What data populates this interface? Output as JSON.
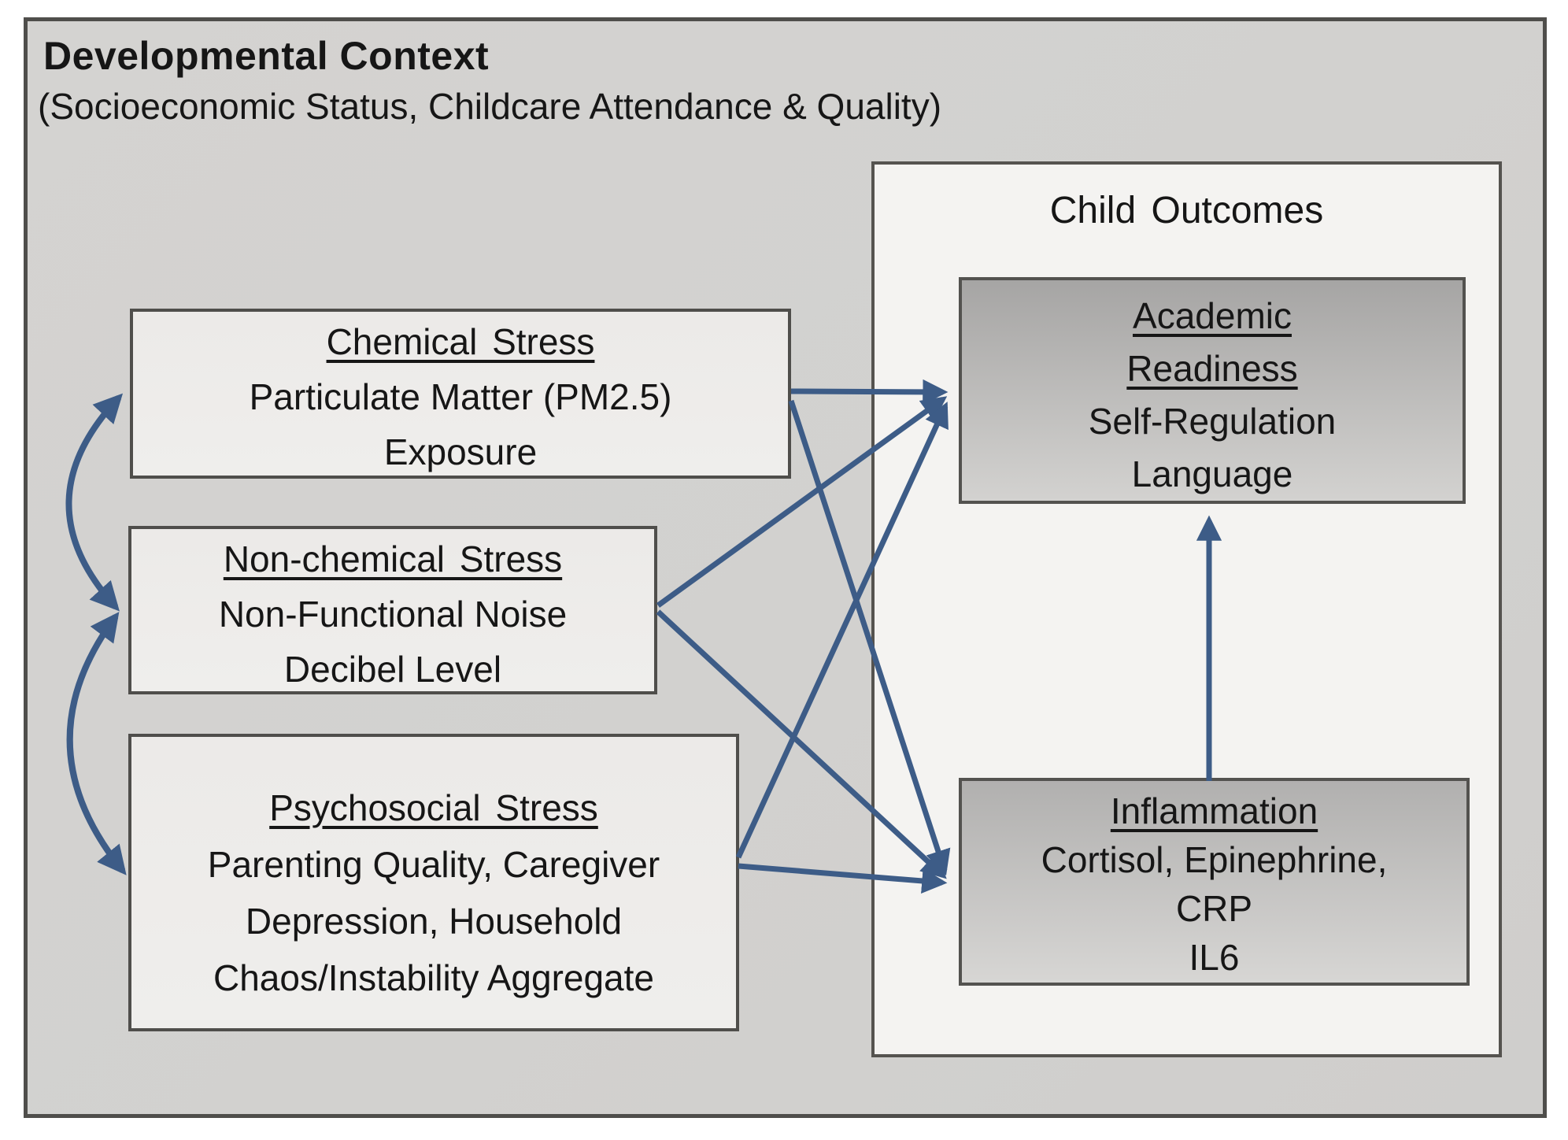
{
  "diagram": {
    "context": {
      "title": "Developmental Context",
      "subtitle": "(Socioeconomic Status, Childcare Attendance & Quality)"
    },
    "stressors": [
      {
        "id": "chemical",
        "title": "Chemical Stress",
        "lines": [
          "Particulate Matter (PM2.5)",
          "Exposure"
        ]
      },
      {
        "id": "nonchemical",
        "title": "Non-chemical Stress",
        "lines": [
          "Non-Functional Noise",
          "Decibel Level"
        ]
      },
      {
        "id": "psychosocial",
        "title": "Psychosocial Stress",
        "lines": [
          "Parenting Quality, Caregiver",
          "Depression, Household",
          "Chaos/Instability Aggregate"
        ]
      }
    ],
    "outcomes": {
      "panel_title": "Child Outcomes",
      "academic": {
        "title_lines": [
          "Academic",
          "Readiness"
        ],
        "lines": [
          "Self-Regulation",
          "Language"
        ]
      },
      "inflammation": {
        "title_lines": [
          "Inflammation"
        ],
        "lines": [
          "Cortisol, Epinephrine,",
          "CRP",
          "IL6"
        ]
      }
    },
    "colors": {
      "arrow_blue": "#3d5c87",
      "border_gray": "#4f4e4b",
      "outer_fill": "#d2d1cf",
      "stress_box_fill": "#eceae8",
      "panel_fill": "#f4f3f1",
      "outcome_gradient_top": "#a6a5a4",
      "outcome_gradient_bottom": "#d3d2d0",
      "text": "#161616"
    }
  }
}
